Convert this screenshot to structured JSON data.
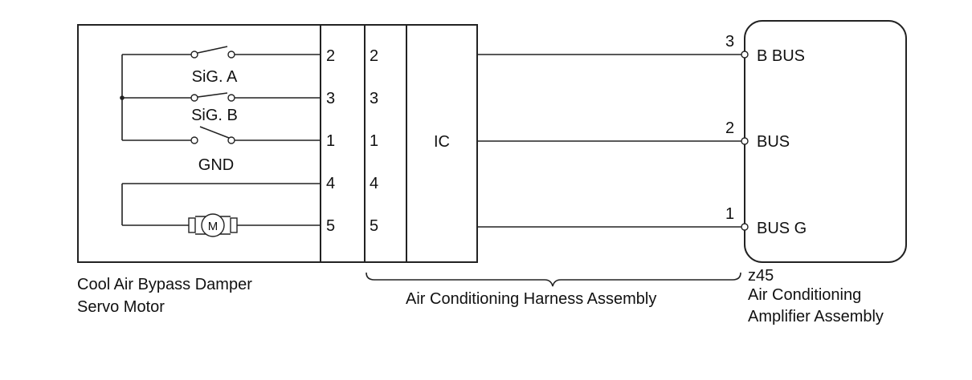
{
  "servo": {
    "name_line1": "Cool Air Bypass Damper",
    "name_line2": "Servo Motor",
    "switch_a_label": "SiG. A",
    "switch_b_label": "SiG. B",
    "gnd_label": "GND",
    "motor_label": "M",
    "pins": [
      "2",
      "3",
      "1",
      "4",
      "5"
    ]
  },
  "harness": {
    "name": "Air Conditioning Harness Assembly",
    "pins": [
      "2",
      "3",
      "1",
      "4",
      "5"
    ],
    "ic_label": "IC"
  },
  "amplifier": {
    "connector": "z45",
    "name_line1": "Air Conditioning",
    "name_line2": "Amplifier Assembly",
    "terminals": [
      {
        "pin": "3",
        "label": "B BUS"
      },
      {
        "pin": "2",
        "label": "BUS"
      },
      {
        "pin": "1",
        "label": "BUS G"
      }
    ]
  }
}
